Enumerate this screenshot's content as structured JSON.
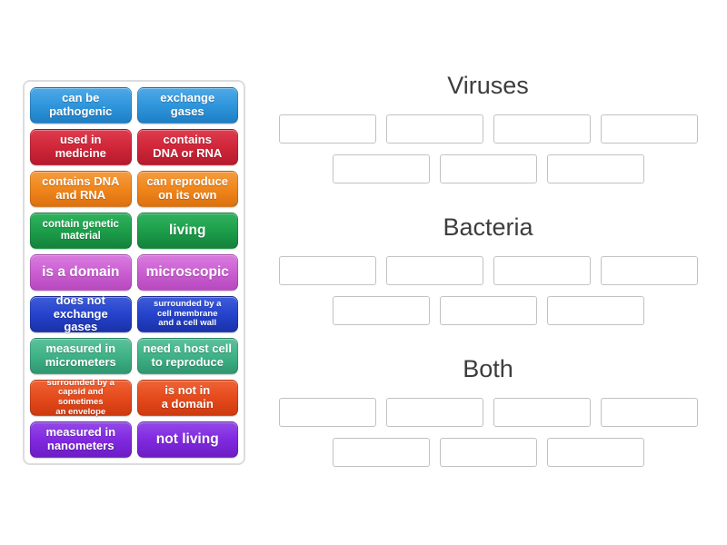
{
  "tiles": [
    {
      "label": "can be\npathogenic",
      "color": "#2F96DC",
      "color_top": "#4FA9E6",
      "color_bottom": "#1F7EC4",
      "size": "normal"
    },
    {
      "label": "exchange\ngases",
      "color": "#2F96DC",
      "color_top": "#4FA9E6",
      "color_bottom": "#1F7EC4",
      "size": "normal"
    },
    {
      "label": "used in\nmedicine",
      "color": "#D02639",
      "color_top": "#DE3C4E",
      "color_bottom": "#B51B2D",
      "size": "normal"
    },
    {
      "label": "contains\nDNA or RNA",
      "color": "#D02639",
      "color_top": "#DE3C4E",
      "color_bottom": "#B51B2D",
      "size": "normal"
    },
    {
      "label": "contains DNA\nand RNA",
      "color": "#F0861B",
      "color_top": "#F49C41",
      "color_bottom": "#DC7110",
      "size": "normal"
    },
    {
      "label": "can reproduce\non its own",
      "color": "#F0861B",
      "color_top": "#F49C41",
      "color_bottom": "#DC7110",
      "size": "normal"
    },
    {
      "label": "contain genetic\nmaterial",
      "color": "#1D9E4A",
      "color_top": "#2FB25E",
      "color_bottom": "#15823C",
      "size": "small"
    },
    {
      "label": "living",
      "color": "#1D9E4A",
      "color_top": "#2FB25E",
      "color_bottom": "#15823C",
      "size": "large"
    },
    {
      "label": "is a domain",
      "color": "#CB5FD2",
      "color_top": "#D97BDF",
      "color_bottom": "#B748BF",
      "size": "large"
    },
    {
      "label": "microscopic",
      "color": "#CB5FD2",
      "color_top": "#D97BDF",
      "color_bottom": "#B748BF",
      "size": "large"
    },
    {
      "label": "does not\nexchange gases",
      "color": "#2543CC",
      "color_top": "#3E5CD9",
      "color_bottom": "#1A31A8",
      "size": "normal"
    },
    {
      "label": "surrounded by a\ncell membrane\nand a cell wall",
      "color": "#2543CC",
      "color_top": "#3E5CD9",
      "color_bottom": "#1A31A8",
      "size": "xsmall"
    },
    {
      "label": "measured in\nmicrometers",
      "color": "#3FB286",
      "color_top": "#5BC29B",
      "color_bottom": "#2F9770",
      "size": "normal"
    },
    {
      "label": "need a host cell\nto reproduce",
      "color": "#3FB286",
      "color_top": "#5BC29B",
      "color_bottom": "#2F9770",
      "size": "normal"
    },
    {
      "label": "surrounded by a\ncapsid and sometimes\nan envelope",
      "color": "#E54A1C",
      "color_top": "#EE6436",
      "color_bottom": "#CE3A0F",
      "size": "xsmall"
    },
    {
      "label": "is not in\na domain",
      "color": "#E54A1C",
      "color_top": "#EE6436",
      "color_bottom": "#CE3A0F",
      "size": "normal"
    },
    {
      "label": "measured in\nnanometers",
      "color": "#8129E0",
      "color_top": "#9349E8",
      "color_bottom": "#6C1DC4",
      "size": "normal"
    },
    {
      "label": "not living",
      "color": "#8129E0",
      "color_top": "#9349E8",
      "color_bottom": "#6C1DC4",
      "size": "large"
    }
  ],
  "groups": [
    {
      "title": "Viruses",
      "slots_row1": 4,
      "slots_row2": 3
    },
    {
      "title": "Bacteria",
      "slots_row1": 4,
      "slots_row2": 3
    },
    {
      "title": "Both",
      "slots_row1": 4,
      "slots_row2": 3
    }
  ],
  "colors": {
    "heading_text": "#3d3d3d",
    "panel_border": "#dcdcdc",
    "slot_border": "#c2c2c2",
    "background": "#ffffff"
  }
}
